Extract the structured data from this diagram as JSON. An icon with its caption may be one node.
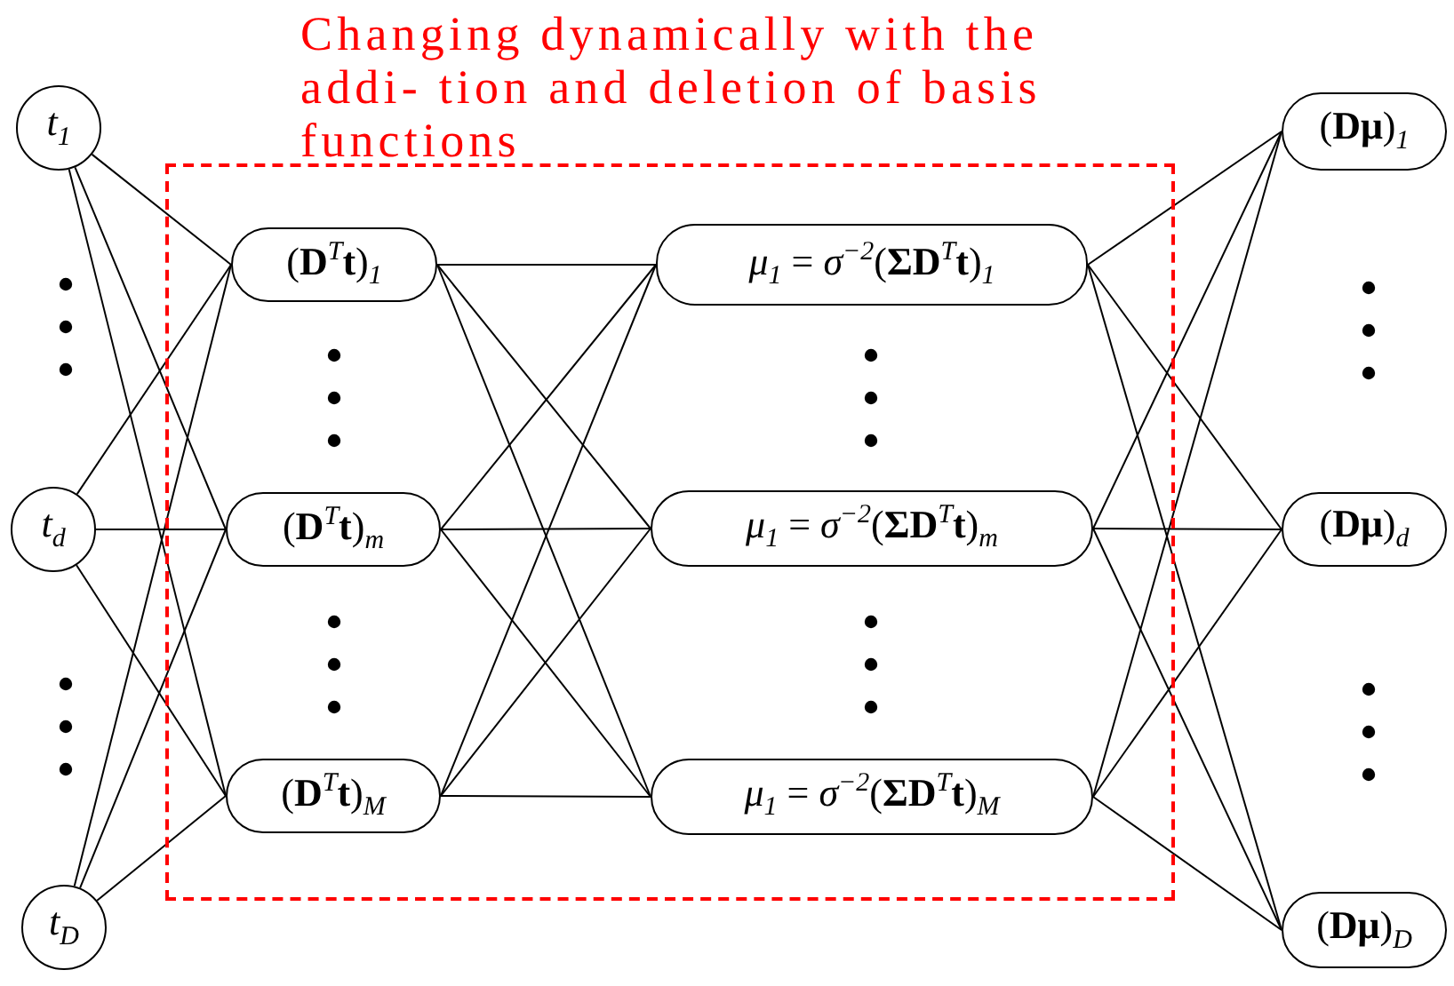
{
  "diagram": {
    "nodes": [
      {
        "text": [
          "Changing dynamically with the addi- tion and deletion of basis functions"
        ]
      },
      {
        "text": [
          "*t*$_{1}$"
        ]
      },
      {
        "text": [
          "*t*$_{d}$"
        ]
      },
      {
        "text": [
          "*t*$_{D}$"
        ]
      },
      {
        "text": [
          "(**D**$^{T}$**t**)$_{1}$"
        ],
        "in": 0
      },
      {
        "text": [
          "(**D**$^{T}$**t**)$_{m}$"
        ],
        "in": 0
      },
      {
        "text": [
          "(**D**$^{T}$**t**)$_{M}$"
        ],
        "in": 0
      },
      {
        "text": [
          "*μ*$_{1}$ = *σ*$^{−2}$(**ΣD**$^{T}$**t**)$_{1}$"
        ],
        "in": 0
      },
      {
        "text": [
          "*μ*$_{1}$ = *σ*$^{−2}$(**ΣD**$^{T}$**t**)$_{m}$"
        ],
        "in": 0
      },
      {
        "text": [
          "*μ*$_{1}$ = *σ*$^{−2}$(**ΣD**$^{T}$**t**)$_{M}$"
        ],
        "in": 0
      },
      {
        "text": [
          "(**Dμ**)$_{1}$"
        ]
      },
      {
        "text": [
          "(**Dμ**)$_{d}$"
        ]
      },
      {
        "text": [
          "(**Dμ**)$_{D}$"
        ]
      }
    ],
    "edges": [
      {
        "from": 1,
        "to": 4,
        "arrow": "none"
      },
      {
        "from": 1,
        "to": 5,
        "arrow": "none"
      },
      {
        "from": 1,
        "to": 6,
        "arrow": "none"
      },
      {
        "from": 2,
        "to": 4,
        "arrow": "none"
      },
      {
        "from": 2,
        "to": 5,
        "arrow": "none"
      },
      {
        "from": 2,
        "to": 6,
        "arrow": "none"
      },
      {
        "from": 3,
        "to": 4,
        "arrow": "none"
      },
      {
        "from": 3,
        "to": 5,
        "arrow": "none"
      },
      {
        "from": 3,
        "to": 6,
        "arrow": "none"
      },
      {
        "from": 4,
        "to": 7,
        "arrow": "none"
      },
      {
        "from": 4,
        "to": 8,
        "arrow": "none"
      },
      {
        "from": 4,
        "to": 9,
        "arrow": "none"
      },
      {
        "from": 5,
        "to": 7,
        "arrow": "none"
      },
      {
        "from": 5,
        "to": 8,
        "arrow": "none"
      },
      {
        "from": 5,
        "to": 9,
        "arrow": "none"
      },
      {
        "from": 6,
        "to": 7,
        "arrow": "none"
      },
      {
        "from": 6,
        "to": 8,
        "arrow": "none"
      },
      {
        "from": 6,
        "to": 9,
        "arrow": "none"
      },
      {
        "from": 7,
        "to": 10,
        "arrow": "none"
      },
      {
        "from": 7,
        "to": 11,
        "arrow": "none"
      },
      {
        "from": 7,
        "to": 12,
        "arrow": "none"
      },
      {
        "from": 8,
        "to": 10,
        "arrow": "none"
      },
      {
        "from": 8,
        "to": 11,
        "arrow": "none"
      },
      {
        "from": 8,
        "to": 12,
        "arrow": "none"
      },
      {
        "from": 9,
        "to": 10,
        "arrow": "none"
      },
      {
        "from": 9,
        "to": 11,
        "arrow": "none"
      },
      {
        "from": 9,
        "to": 12,
        "arrow": "none"
      }
    ]
  }
}
